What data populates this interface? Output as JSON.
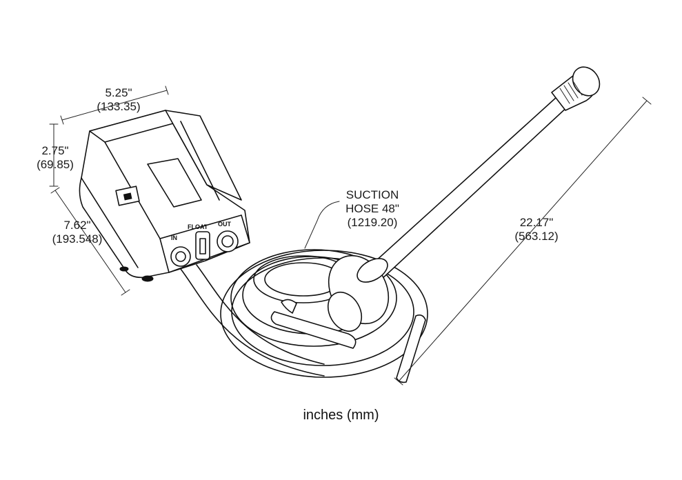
{
  "dimensions": {
    "width": {
      "inches": "5.25\"",
      "mm": "(133.35)"
    },
    "height": {
      "inches": "2.75\"",
      "mm": "(69.85)"
    },
    "depth": {
      "inches": "7.62\"",
      "mm": "(193.548)"
    },
    "tube": {
      "inches": "22.17\"",
      "mm": "(563.12)"
    }
  },
  "suction_hose": {
    "line1": "SUCTION",
    "line2": "HOSE 48\"",
    "line3": "(1219.20)"
  },
  "unit_labels": {
    "in": "IN",
    "float": "FLOAT",
    "out": "OUT"
  },
  "caption": "inches (mm)"
}
